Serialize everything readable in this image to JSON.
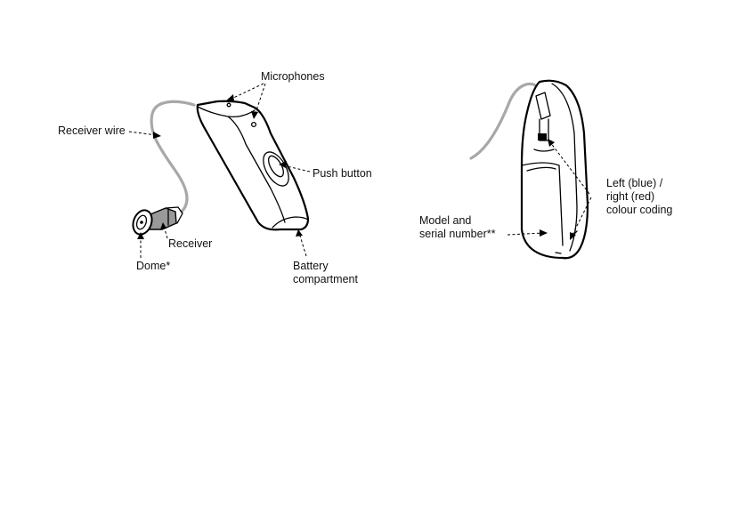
{
  "labels": {
    "microphones": "Microphones",
    "receiver_wire": "Receiver wire",
    "push_button": "Push button",
    "receiver": "Receiver",
    "dome": "Dome*",
    "battery_line1": "Battery",
    "battery_line2": "compartment",
    "model_line1": "Model and",
    "model_line2": "serial number**",
    "lr_line1": "Left (blue) /",
    "lr_line2": "right (red)",
    "lr_line3": "colour coding"
  },
  "colors": {
    "wire": "#a8a8a8",
    "receiver_fill": "#999999",
    "outline": "#000000"
  }
}
